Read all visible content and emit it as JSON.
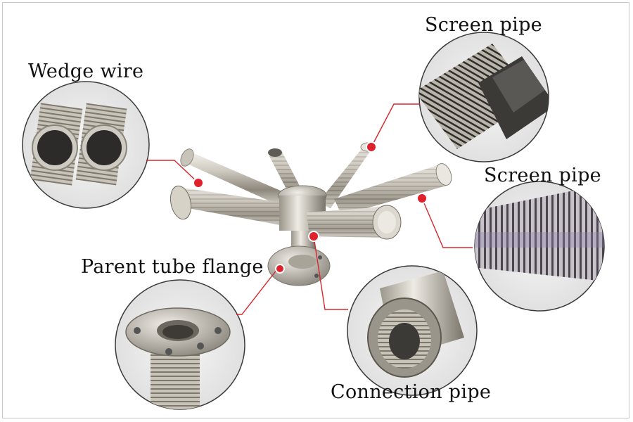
{
  "labels": {
    "wedge_wire": "Wedge wire",
    "screen_pipe_top": "Screen pipe",
    "screen_pipe_right": "Screen pipe",
    "parent_tube_flange": "Parent tube flange",
    "connection_pipe": "Connection pipe"
  },
  "colors": {
    "leader_line": "#d4282e",
    "marker": "#e0202a",
    "steel_light": "#e9e6df",
    "steel_dark": "#6f6b63"
  }
}
